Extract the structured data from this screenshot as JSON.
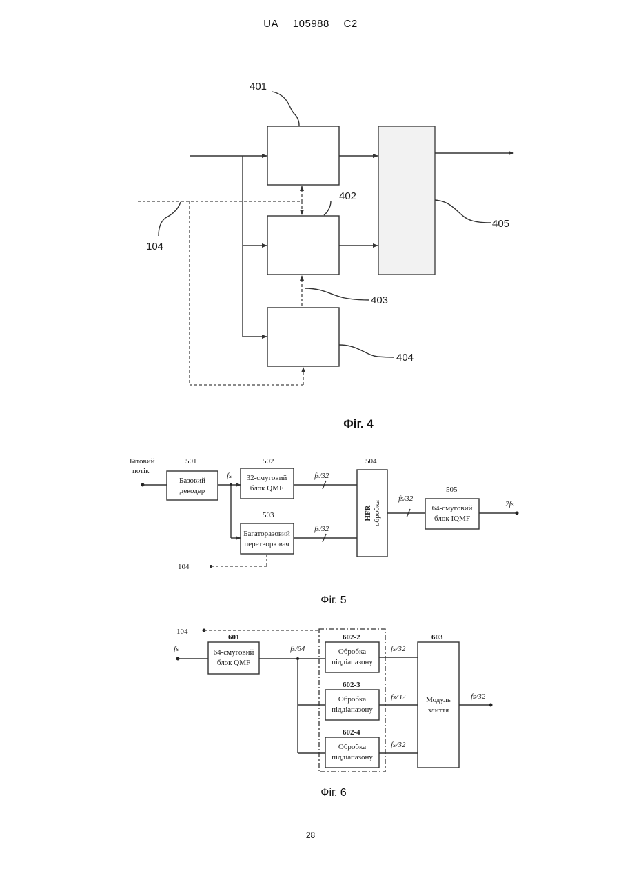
{
  "header": {
    "country": "UA",
    "number": "105988",
    "kind": "C2"
  },
  "page_number": "28",
  "fig4": {
    "caption": "Фіг. 4",
    "refs": {
      "r401": "401",
      "r402": "402",
      "r403": "403",
      "r404": "404",
      "r405": "405",
      "r104": "104"
    }
  },
  "fig5": {
    "caption": "Фіг. 5",
    "input_label_line1": "Бітовий",
    "input_label_line2": "потік",
    "blocks": {
      "b501": {
        "ref": "501",
        "line1": "Базовий",
        "line2": "декодер"
      },
      "b502": {
        "ref": "502",
        "line1": "32-смуговий",
        "line2": "блок QMF"
      },
      "b503": {
        "ref": "503",
        "line1": "Багаторазовий",
        "line2": "перетворювач"
      },
      "b504": {
        "ref": "504",
        "line1": "HFR",
        "line2": "обробка"
      },
      "b505": {
        "ref": "505",
        "line1": "64-смуговий",
        "line2": "блок IQMF"
      }
    },
    "signals": {
      "fs": "fs",
      "fs32_a": "fs/32",
      "fs32_b": "fs/32",
      "fs32_c": "fs/32",
      "out": "2fs"
    },
    "ref104": "104"
  },
  "fig6": {
    "caption": "Фіг. 6",
    "ref104": "104",
    "blocks": {
      "b601": {
        "ref": "601",
        "line1": "64-смуговий",
        "line2": "блок QMF"
      },
      "b602_2": {
        "ref": "602-2",
        "line1": "Обробка",
        "line2": "піддіапазону"
      },
      "b602_3": {
        "ref": "602-3",
        "line1": "Обробка",
        "line2": "піддіапазону"
      },
      "b602_4": {
        "ref": "602-4",
        "line1": "Обробка",
        "line2": "піддіапазону"
      },
      "b603": {
        "ref": "603",
        "line1": "Модуль",
        "line2": "злиття"
      }
    },
    "signals": {
      "fs": "fs",
      "fs64": "fs/64",
      "fs32_a": "fs/32",
      "fs32_b": "fs/32",
      "fs32_c": "fs/32",
      "fs32_out": "fs/32"
    }
  }
}
